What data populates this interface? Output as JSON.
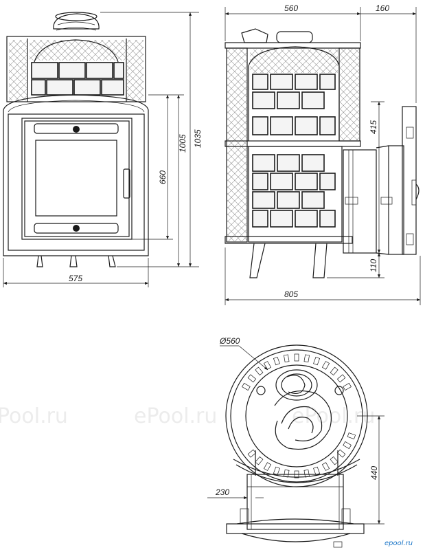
{
  "dimensions": {
    "front_width": "575",
    "total_height": "1035",
    "body_height": "1005",
    "door_height": "660",
    "side_depth": "560",
    "door_depth": "160",
    "door_section": "415",
    "leg_height": "110",
    "total_depth": "805",
    "diameter": "Ø560",
    "tunnel_width": "230",
    "tunnel_length": "440"
  },
  "watermarks": [
    "Pool.ru",
    "ePool.ru",
    "ePool.ru"
  ],
  "brand": "epool.ru",
  "colors": {
    "line": "#1a1a1a",
    "brand": "#1f78c8",
    "watermark": "#ececec"
  }
}
